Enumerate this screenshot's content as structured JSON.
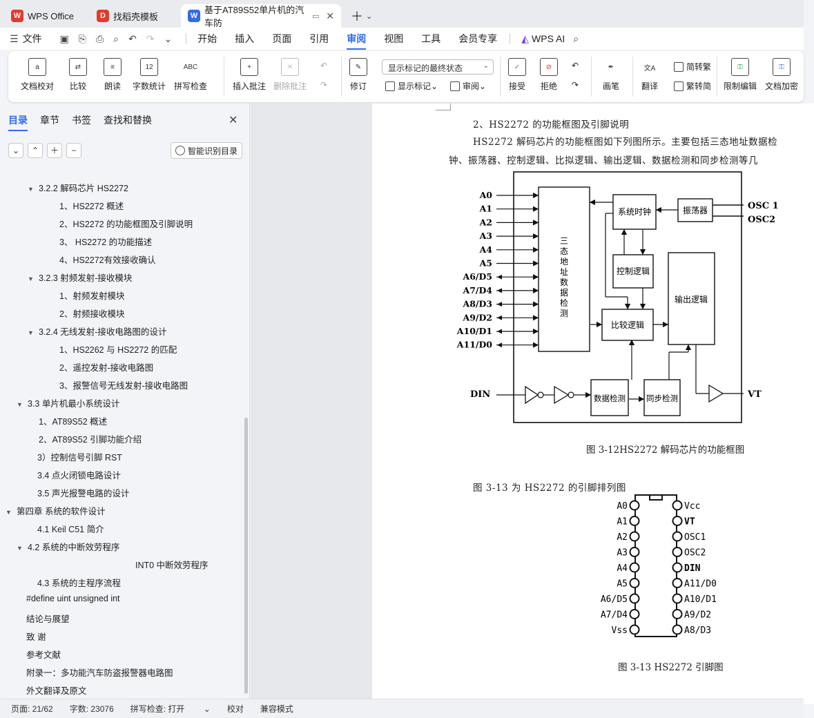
{
  "tabs": [
    {
      "label": "WPS Office",
      "logo": "W",
      "logo_color": "#e8382b"
    },
    {
      "label": "找稻壳模板",
      "logo": "D",
      "logo_color": "#e8382b"
    },
    {
      "label": "基于AT89S52单片机的汽车防",
      "logo": "W",
      "logo_color": "#2f6af0"
    }
  ],
  "menu": {
    "file": "文件",
    "items": [
      "开始",
      "插入",
      "页面",
      "引用",
      "审阅",
      "视图",
      "工具",
      "会员专享"
    ],
    "active": "审阅",
    "wps_ai": "WPS AI"
  },
  "ribbon": {
    "doc_check": "文档校对",
    "compare": "比较",
    "read": "朗读",
    "word_count": "字数统计",
    "spell_check": "拼写检查",
    "insert_comment": "插入批注",
    "delete_comment": "删除批注",
    "revise": "修订",
    "markup_state": "显示标记的最终状态",
    "show_markup": "显示标记",
    "review": "审阅",
    "accept": "接受",
    "reject": "拒绝",
    "pen": "画笔",
    "translate": "翻译",
    "to_traditional": "简转繁",
    "to_simplified": "繁转简",
    "restrict_edit": "限制编辑",
    "doc_encrypt": "文档加密"
  },
  "left_pane": {
    "tabs": [
      "目录",
      "章节",
      "书签",
      "查找和替换"
    ],
    "active_tab": "目录",
    "smart_toc": "智能识别目录",
    "toc": [
      {
        "text": "3.2.2  解码芯片 HS2272",
        "level": 2,
        "expanded": true
      },
      {
        "text": "1、HS2272 概述",
        "level": 3
      },
      {
        "text": "2、HS2272 的功能框图及引脚说明",
        "level": 3
      },
      {
        "text": "3、  HS2272 的功能描述",
        "level": 3
      },
      {
        "text": "4、HS2272有效接收确认",
        "level": 3
      },
      {
        "text": "3.2.3  射频发射-接收模块",
        "level": 2,
        "expanded": true
      },
      {
        "text": "1、射频发射模块",
        "level": 3
      },
      {
        "text": "2、射频接收模块",
        "level": 3
      },
      {
        "text": "3.2.4  无线发射-接收电路图的设计",
        "level": 2,
        "expanded": true
      },
      {
        "text": "1、HS2262 与 HS2272 的匹配",
        "level": 3
      },
      {
        "text": "2、遥控发射-接收电路图",
        "level": 3
      },
      {
        "text": "3、报警信号无线发射-接收电路图",
        "level": 3
      },
      {
        "text": "3.3  单片机最小系统设计",
        "level": 1,
        "expanded": true
      },
      {
        "text": "1、AT89S52 概述",
        "level": 2
      },
      {
        "text": "2、AT89S52 引脚功能介绍",
        "level": 2
      },
      {
        "text": "3）控制信号引脚 RST",
        "level": 1.5
      },
      {
        "text": "3.4  点火闭锁电路设计",
        "level": 1.5
      },
      {
        "text": "3.5  声光报警电路的设计",
        "level": 1.5
      },
      {
        "text": "第四章  系统的软件设计",
        "level": 0,
        "expanded": true
      },
      {
        "text": "4.1 Keil  C51 简介",
        "level": 1.5
      },
      {
        "text": "4.2  系统的中断效劳程序",
        "level": 1,
        "expanded": true
      },
      {
        "text": "INT0 中断效劳程序",
        "level": 4
      },
      {
        "text": "4.3  系统的主程序流程",
        "level": 1.5
      },
      {
        "text": "#define uint unsigned int",
        "level": 0.5
      },
      {
        "text": "结论与展望",
        "level": 0.5
      },
      {
        "text": "致    谢",
        "level": 0.5
      },
      {
        "text": "参考文献",
        "level": 0.5
      },
      {
        "text": "附录一：多功能汽车防盗报警器电路图",
        "level": 0.5
      },
      {
        "text": "外文翻译及原文",
        "level": 0.5
      }
    ]
  },
  "document": {
    "heading": "2、HS2272 的功能框图及引脚说明",
    "para_line1": "HS2272 解码芯片的功能框图如下列图所示。主要包括三态地址数据检",
    "para_line2": "钟、振荡器、控制逻辑、比拟逻辑、输出逻辑、数据检测和同步检测等几",
    "fig12_caption": "图 3-12HS2272 解码芯片的功能框图",
    "fig13_intro": "图 3-13 为 HS2272 的引脚排列图",
    "fig13_caption": "图 3-13 HS2272 引脚图",
    "block": {
      "left_pins": [
        "A0",
        "A1",
        "A2",
        "A3",
        "A4",
        "A5",
        "A6/D5",
        "A7/D4",
        "A8/D3",
        "A9/D2",
        "A10/D1",
        "A11/D0"
      ],
      "din": "DIN",
      "osc1": "OSC 1",
      "osc2": "OSC2",
      "vt": "VT",
      "tristate": "三态地址数据检测",
      "sys_clock": "系统时钟",
      "oscillator": "振荡器",
      "ctrl_logic": "控制逻辑",
      "compare_logic": "比较逻辑",
      "output_logic": "输出逻辑",
      "data_detect": "数据检测",
      "sync_detect": "同步检测"
    },
    "pinout": {
      "left": [
        "A0",
        "A1",
        "A2",
        "A3",
        "A4",
        "A5",
        "A6/D5",
        "A7/D4",
        "Vss"
      ],
      "right": [
        "Vcc",
        "VT",
        "OSC1",
        "OSC2",
        "DIN",
        "A11/D0",
        "A10/D1",
        "A9/D2",
        "A8/D3"
      ]
    }
  },
  "status": {
    "page": "页面: 21/62",
    "words": "字数: 23076",
    "spell": "拼写检查: 打开",
    "proof": "校对",
    "compat": "兼容模式"
  }
}
